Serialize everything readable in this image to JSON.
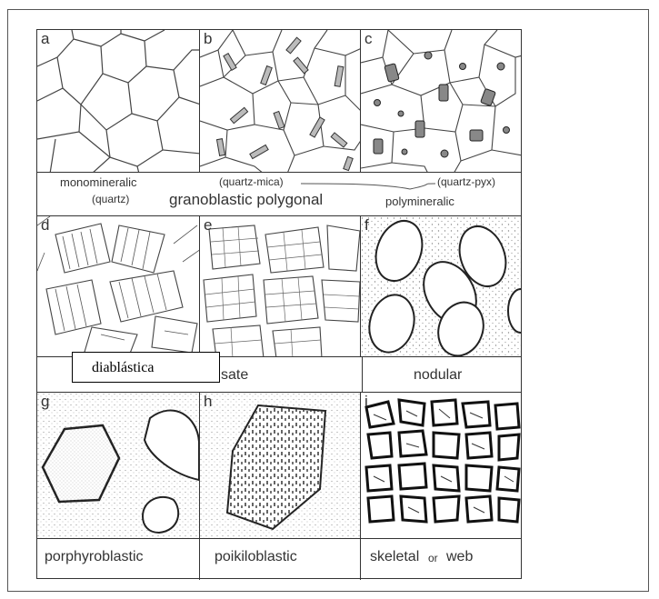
{
  "panels": {
    "a": {
      "letter": "a"
    },
    "b": {
      "letter": "b"
    },
    "c": {
      "letter": "c"
    },
    "d": {
      "letter": "d"
    },
    "e": {
      "letter": "e"
    },
    "f": {
      "letter": "f"
    },
    "g": {
      "letter": "g"
    },
    "h": {
      "letter": "h"
    },
    "i": {
      "letter": "i"
    }
  },
  "row1_caption": {
    "monomineralic": "monomineralic",
    "quartz": "(quartz)",
    "quartz_mica": "(quartz-mica)",
    "quartz_pyx": "(quartz-pyx)",
    "granoblastic": "granoblastic polygonal",
    "polymineralic": "polymineralic"
  },
  "row2_caption": {
    "overlay_label": "diablástica",
    "hidden_fragment": "sate",
    "nodular": "nodular"
  },
  "row3_caption": {
    "porphyroblastic": "porphyroblastic",
    "poikiloblastic": "poikiloblastic",
    "skeletal": "skeletal",
    "or": "or",
    "web": "web"
  }
}
